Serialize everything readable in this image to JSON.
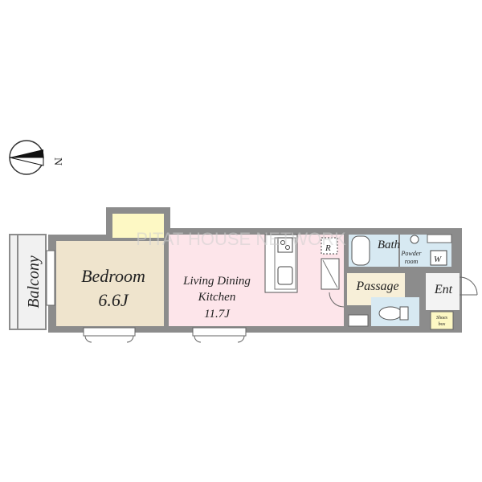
{
  "compass": {
    "label": "N"
  },
  "watermark": "PITAT HOUSE NETWORK",
  "rooms": {
    "balcony": {
      "label": "Balcony"
    },
    "bedroom": {
      "label": "Bedroom",
      "size": "6.6J"
    },
    "ldk": {
      "line1": "Living Dining",
      "line2": "Kitchen",
      "size": "11.7J"
    },
    "bath": {
      "label": "Bath"
    },
    "powder": {
      "line1": "Powder",
      "line2": "room"
    },
    "washer": {
      "label": "W"
    },
    "passage": {
      "label": "Passage"
    },
    "entrance": {
      "label": "Ent"
    },
    "shoes": {
      "line1": "Shoes",
      "line2": "box"
    },
    "refrigerator": {
      "label": "R"
    }
  },
  "colors": {
    "wall": "#8c8c8c",
    "bedroom": "#efe4cd",
    "ldk": "#fde5ea",
    "wet": "#d7e9f2",
    "closet": "#fdf8c4",
    "passage": "#f7efd8",
    "balcony": "#f1f1f1",
    "entrance": "#f3f3f3"
  }
}
